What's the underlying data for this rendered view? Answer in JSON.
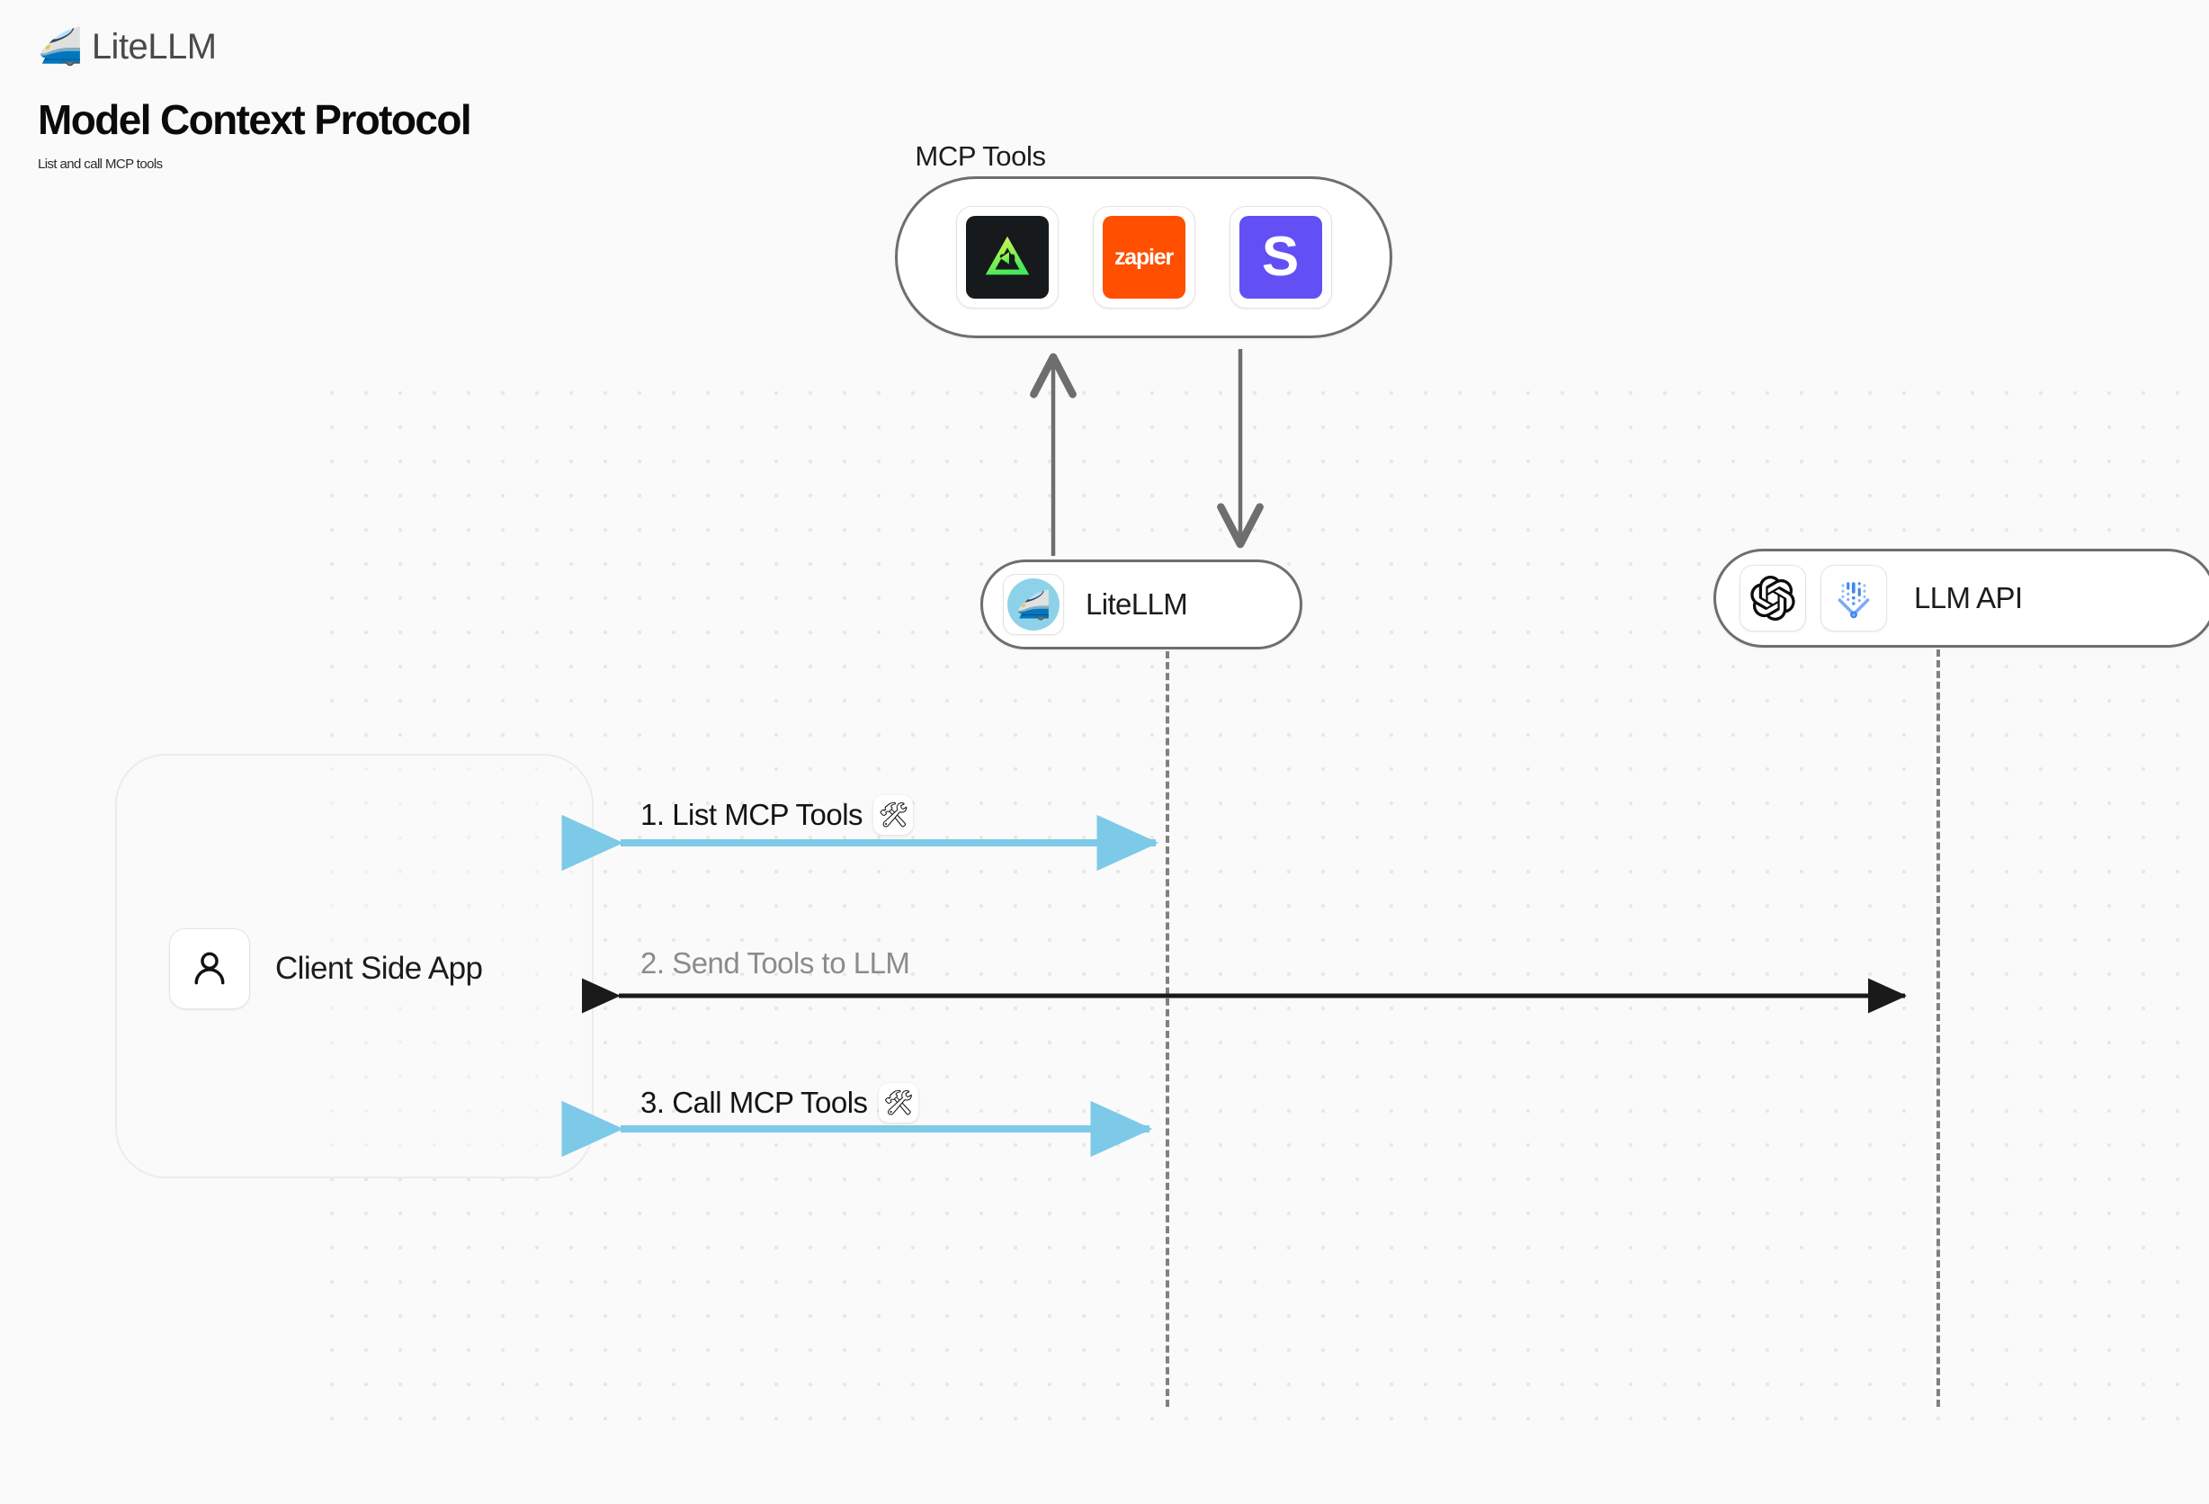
{
  "brand": {
    "logo_icon": "bullet-train-icon",
    "name": "LiteLLM"
  },
  "header": {
    "title": "Model Context Protocol",
    "subtitle": "List and call MCP tools"
  },
  "diagram": {
    "type": "sequence-diagram",
    "mcp_tools_group": {
      "title": "MCP Tools",
      "tools": [
        {
          "name": "composio",
          "icon": "green-triangle-icon",
          "bg_color": "#161a1d",
          "fg_color": "#7df34b"
        },
        {
          "name": "zapier",
          "icon": "zapier-wordmark-icon",
          "label": "zapier",
          "bg_color": "#ff4f00",
          "fg_color": "#ffffff"
        },
        {
          "name": "sentry",
          "icon": "letter-s-icon",
          "label": "S",
          "bg_color": "#6250f5",
          "fg_color": "#ffffff"
        }
      ]
    },
    "nodes": [
      {
        "id": "litellm",
        "label": "LiteLLM",
        "icon": "bullet-train-icon",
        "icon_bg": "#8ed2ea"
      },
      {
        "id": "llm_api",
        "label": "LLM API",
        "icons": [
          "openai-logo-icon",
          "vertex-ai-logo-icon"
        ]
      },
      {
        "id": "client_app",
        "label": "Client Side App",
        "icon": "person-icon"
      }
    ],
    "steps": [
      {
        "number": "1.",
        "text": "1. List MCP Tools",
        "emoji": "🛠",
        "emoji_name": "hammer-and-wrench-icon",
        "arrow_color": "#7dc9e8",
        "direction": "bidirectional",
        "from": "client_app",
        "to": "litellm",
        "style": "solid"
      },
      {
        "number": "2.",
        "text": "2. Send Tools to LLM",
        "emoji": "",
        "emoji_name": "",
        "arrow_color": "#1a1a1a",
        "direction": "bidirectional",
        "from": "client_app",
        "to": "llm_api",
        "style": "solid"
      },
      {
        "number": "3.",
        "text": "3. Call MCP Tools",
        "emoji": "🛠",
        "emoji_name": "hammer-and-wrench-icon",
        "arrow_color": "#7dc9e8",
        "direction": "bidirectional",
        "from": "client_app",
        "to": "litellm",
        "style": "solid"
      }
    ],
    "vertical_connectors": [
      {
        "id": "litellm-to-tools",
        "direction": "up",
        "color": "#6e6e6e"
      },
      {
        "id": "tools-to-litellm",
        "direction": "down",
        "color": "#6e6e6e"
      }
    ]
  },
  "colors": {
    "canvas_bg": "#fafafa",
    "node_border": "#6e6e6e",
    "lifeline": "#808080",
    "dot_grid": "#e7e7e7",
    "accent_blue": "#7dc9e8",
    "label_gray": "#8b8b8b"
  }
}
